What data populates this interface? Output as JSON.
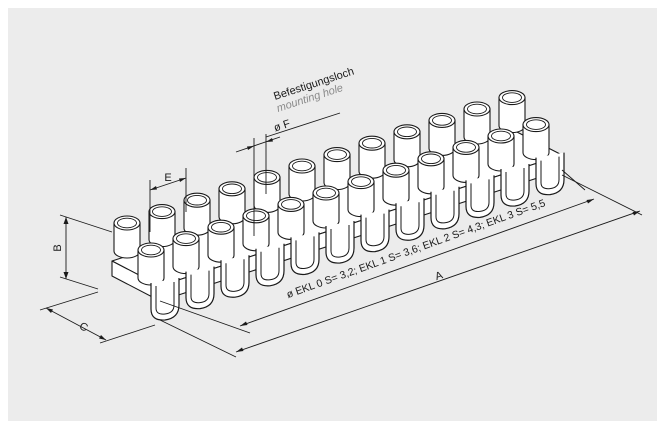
{
  "labels": {
    "label_a": "A",
    "label_b": "B",
    "label_c": "C",
    "label_e": "E",
    "label_f": "ø F",
    "hole_de": "Befestigungsloch",
    "hole_en": "mounting hole",
    "sizes": "ø EKL 0 S= 3,2; EKL 1 S= 3,6; EKL 2 S= 4,3; EKL 3 S= 5,5"
  },
  "diagram": {
    "pole_count": 12
  }
}
